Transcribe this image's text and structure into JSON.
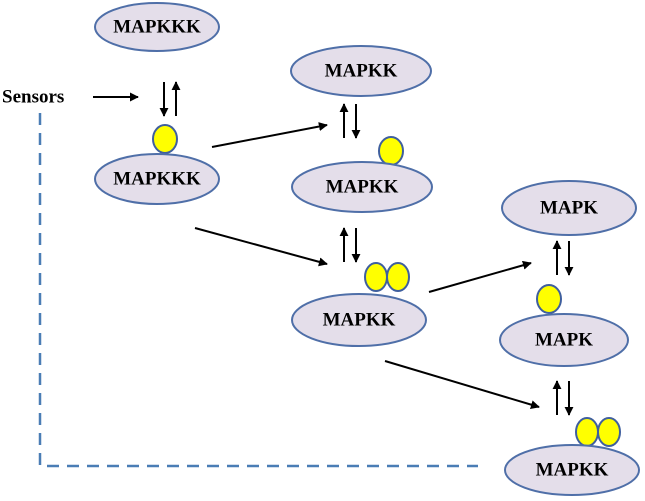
{
  "nodes": {
    "mapkkk_top": "MAPKKK",
    "mapkkk_p": "MAPKKK",
    "mapkk_top": "MAPKK",
    "mapkk_p": "MAPKK",
    "mapkk_pp": "MAPKK",
    "mapk_top": "MAPK",
    "mapk_p": "MAPK",
    "mapkk_bottom": "MAPKK"
  },
  "sensors": {
    "label": "Sensors"
  },
  "colors": {
    "node_fill": "#e4deea",
    "node_stroke": "#4f6fa8",
    "phospho_fill": "#ffff00",
    "feedback_line": "#4a7db5"
  }
}
